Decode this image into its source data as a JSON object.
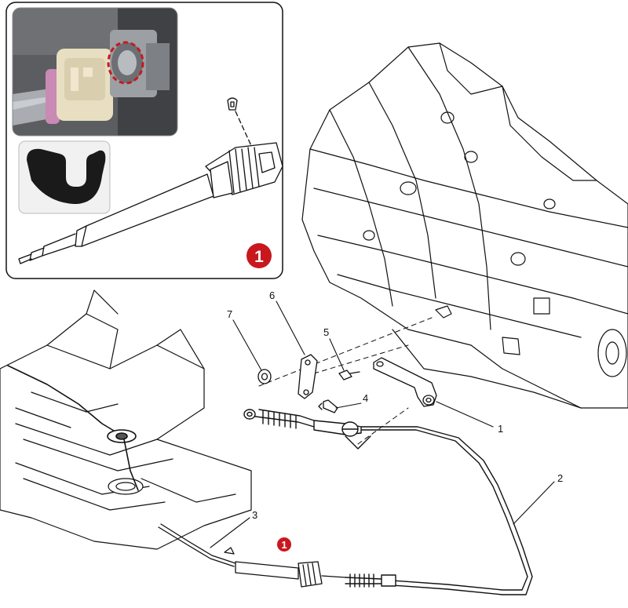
{
  "callouts": [
    {
      "id": "1",
      "label": "1"
    },
    {
      "id": "2",
      "label": "2"
    },
    {
      "id": "3",
      "label": "3"
    },
    {
      "id": "4",
      "label": "4"
    },
    {
      "id": "5",
      "label": "5"
    },
    {
      "id": "6",
      "label": "6"
    },
    {
      "id": "7",
      "label": "7"
    }
  ],
  "markers": {
    "inset_marker": "1",
    "cable_marker": "1"
  },
  "colors": {
    "marker_red": "#c8181e",
    "line": "#111111",
    "photo_dark": "#4a4a4a",
    "clip_black": "#1a1a1a"
  }
}
